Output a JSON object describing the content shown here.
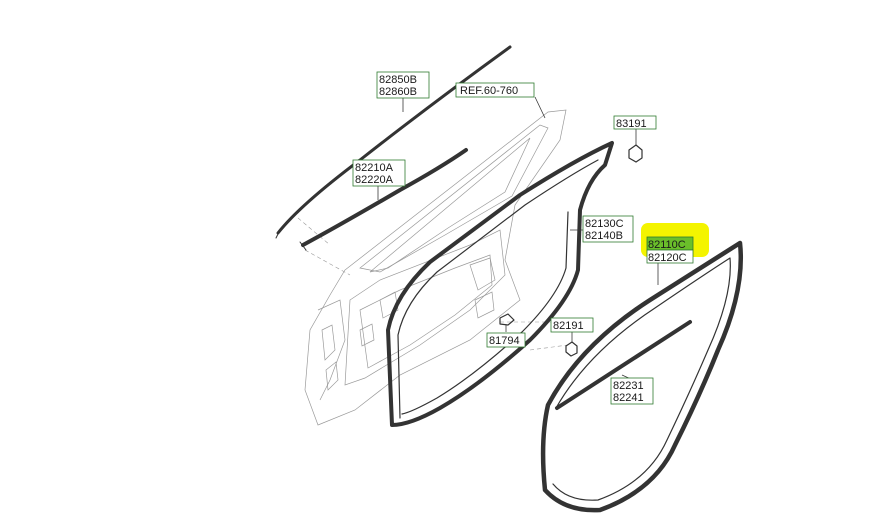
{
  "highlight_color": "#f4f400",
  "highlight_fill": "#6abf2a",
  "label_border_color": "#2f7a2f",
  "callouts": {
    "c1": {
      "line1": "82850B",
      "line2": "82860B"
    },
    "c2": {
      "line1": "REF.60-760"
    },
    "c3": {
      "line1": "82210A",
      "line2": "82220A"
    },
    "c4": {
      "line1": "83191"
    },
    "c5": {
      "line1": "82130C",
      "line2": "82140B"
    },
    "c6": {
      "line1": "82110C",
      "line2": "82120C"
    },
    "c7": {
      "line1": "82191"
    },
    "c8": {
      "line1": "81794"
    },
    "c9": {
      "line1": "82231",
      "line2": "82241"
    }
  }
}
